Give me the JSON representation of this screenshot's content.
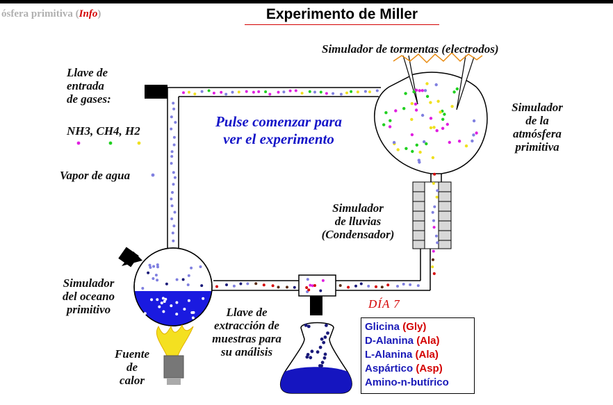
{
  "header": {
    "breadcrumb_prefix": "ósfera primitiva (",
    "breadcrumb_link": "Info",
    "breadcrumb_suffix": ")",
    "title": "Experimento de Miller"
  },
  "labels": {
    "storm": "Simulador de tormentas (electrodos)",
    "gas_valve": [
      "Llave de",
      "entrada",
      "de gases:"
    ],
    "gases": "NH3, CH4, H2",
    "water_vapor": "Vapor de agua",
    "atmosphere": [
      "Simulador",
      "de la",
      "atmósfera",
      "primitiva"
    ],
    "rain": [
      "Simulador",
      "de lluvias",
      "(Condensador)"
    ],
    "ocean": [
      "Simulador",
      "del oceano",
      "primitivo"
    ],
    "extraction": [
      "Llave de",
      "extracción de",
      "muestras para",
      "su análisis"
    ],
    "heat": [
      "Fuente",
      "de",
      "calor"
    ]
  },
  "start_prompt": [
    "Pulse comenzar para",
    "ver el experimento"
  ],
  "day_counter": "DÍA 7",
  "amino_acids": [
    {
      "name": "Glicina",
      "abbr": "(Gly)"
    },
    {
      "name": "D-Alanina",
      "abbr": "(Ala)"
    },
    {
      "name": "L-Alanina",
      "abbr": "(Ala)"
    },
    {
      "name": "Aspártico",
      "abbr": "(Asp)"
    },
    {
      "name": "Amino-n-butírico",
      "abbr": ""
    }
  ],
  "colors": {
    "nh3": "#e020e0",
    "ch4": "#20d020",
    "h2": "#f0e020",
    "water": "#8080e0",
    "red": "#d40000",
    "blue": "#1515c8"
  }
}
